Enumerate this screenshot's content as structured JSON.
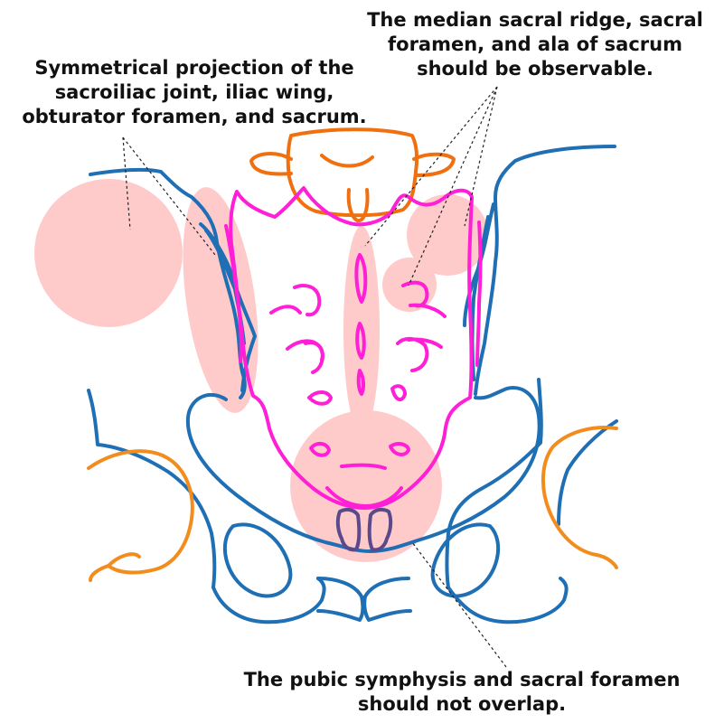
{
  "callouts": {
    "left": {
      "lines": [
        "Symmetrical projection of the",
        "sacroiliac joint, iliac wing,",
        "obturator foramen, and sacrum."
      ]
    },
    "top_right": {
      "lines": [
        "The median sacral ridge, sacral",
        "foramen, and ala of sacrum",
        "should be observable."
      ]
    },
    "bottom": {
      "lines": [
        "The pubic symphysis and sacral foramen",
        "should not overlap."
      ]
    }
  },
  "colors": {
    "pelvis_outline": "#1f6fb5",
    "sacrum_outline": "#ff1fd6",
    "vertebra_outline": "#f07010",
    "femur_outline": "#f28c1c",
    "highlight": "#ffcaca",
    "leader_line": "#222222"
  }
}
